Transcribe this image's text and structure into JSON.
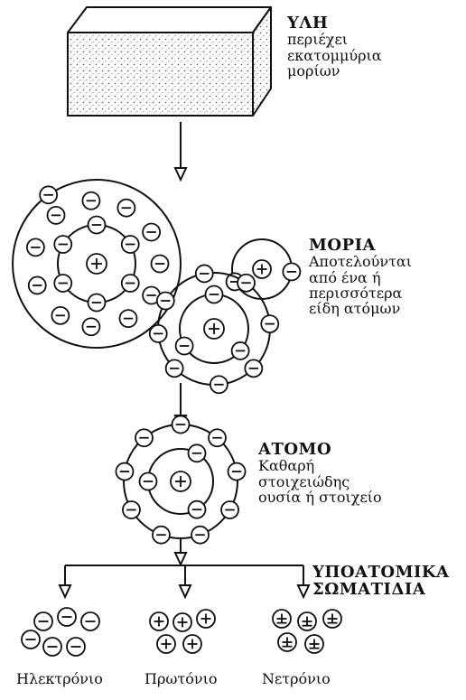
{
  "matter": {
    "title": "ΥΛΗ",
    "lines": [
      "περιέχει",
      "εκατομμύρια",
      "μορίων"
    ]
  },
  "molecules": {
    "title": "ΜΟΡΙΑ",
    "lines": [
      "Αποτελούνται",
      "από ένα ή",
      "περισσότερα",
      "είδη ατόμων"
    ]
  },
  "atom": {
    "title": "ΑΤΟΜΟ",
    "lines": [
      "Καθαρή",
      "στοιχειώδης",
      "ουσία ή στοιχείο"
    ]
  },
  "subatomic": {
    "title_line1": "ΥΠΟΑΤΟΜΙΚΑ",
    "title_line2": "ΣΩΜΑΤΙΔΙΑ"
  },
  "particles": [
    {
      "name": "Ηλεκτρόνιο",
      "symbol": "−"
    },
    {
      "name": "Πρωτόνιο",
      "symbol": "+"
    },
    {
      "name": "Νετρόνιο",
      "symbol": "±"
    }
  ]
}
